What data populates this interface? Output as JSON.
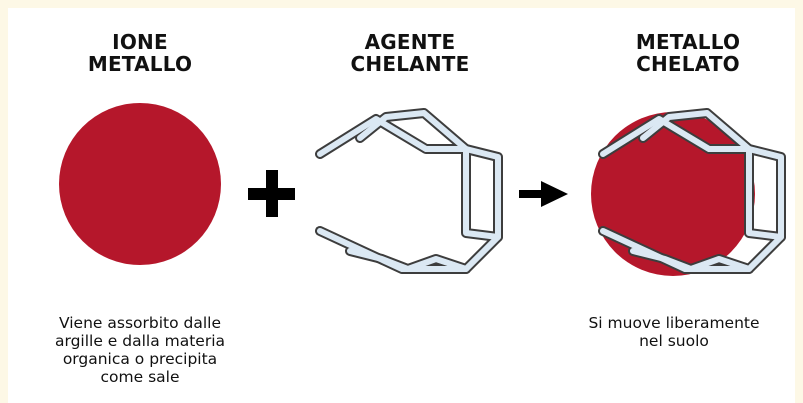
{
  "colors": {
    "metal": "#b5172b",
    "ring_fill": "#dbe8f3",
    "ring_stroke": "#3d3d3d",
    "symbol": "#000000",
    "background": "#fdf8e6"
  },
  "ion": {
    "title_line1": "IONE",
    "title_line2": "METALLO",
    "desc_line1": "Viene assorbito dalle",
    "desc_line2": "argille e dalla materia",
    "desc_line3": "organica o precipita",
    "desc_line4": "come sale"
  },
  "agent": {
    "title_line1": "AGENTE",
    "title_line2": "CHELANTE"
  },
  "chelate": {
    "title_line1": "METALLO",
    "title_line2": "CHELATO",
    "desc_line1": "Si muove liberamente",
    "desc_line2": "nel suolo"
  },
  "icons": {
    "plus": "plus-icon",
    "arrow": "arrow-right-icon"
  }
}
